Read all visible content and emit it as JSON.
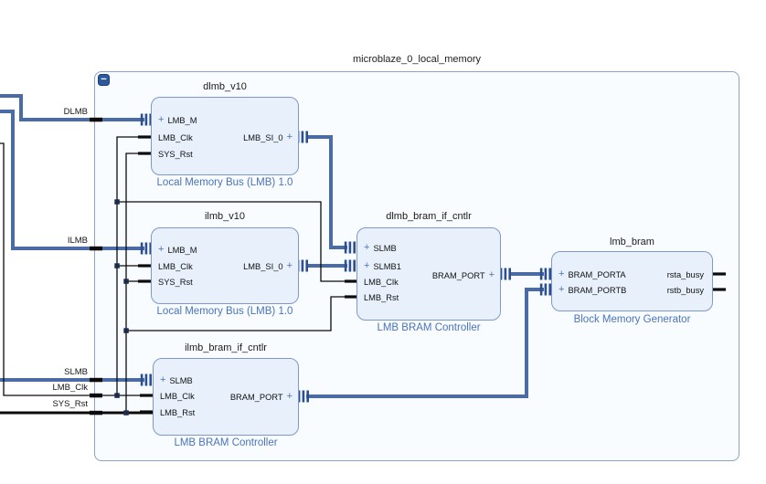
{
  "canvas": {
    "title": "microblaze_0_local_memory",
    "collapse_icon": "−"
  },
  "icons": {
    "expand": "+"
  },
  "external_ports": {
    "dlmb": "DLMB",
    "ilmb": "ILMB",
    "slmb": "SLMB",
    "lmb_clk": "LMB_Clk",
    "sys_rst": "SYS_Rst"
  },
  "blocks": [
    {
      "title": "dlmb_v10",
      "caption": "Local Memory Bus (LMB) 1.0",
      "left_ports": [
        {
          "name": "LMB_M",
          "interface": true
        },
        {
          "name": "LMB_Clk",
          "interface": false
        },
        {
          "name": "SYS_Rst",
          "interface": false
        }
      ],
      "right_ports": [
        {
          "name": "LMB_SI_0",
          "interface": true
        }
      ]
    },
    {
      "title": "ilmb_v10",
      "caption": "Local Memory Bus (LMB) 1.0",
      "left_ports": [
        {
          "name": "LMB_M",
          "interface": true
        },
        {
          "name": "LMB_Clk",
          "interface": false
        },
        {
          "name": "SYS_Rst",
          "interface": false
        }
      ],
      "right_ports": [
        {
          "name": "LMB_SI_0",
          "interface": true
        }
      ]
    },
    {
      "title": "dlmb_bram_if_cntlr",
      "caption": "LMB BRAM Controller",
      "left_ports": [
        {
          "name": "SLMB",
          "interface": true
        },
        {
          "name": "SLMB1",
          "interface": true
        },
        {
          "name": "LMB_Clk",
          "interface": false
        },
        {
          "name": "LMB_Rst",
          "interface": false
        }
      ],
      "right_ports": [
        {
          "name": "BRAM_PORT",
          "interface": true
        }
      ]
    },
    {
      "title": "lmb_bram",
      "caption": "Block Memory Generator",
      "left_ports": [
        {
          "name": "BRAM_PORTA",
          "interface": true
        },
        {
          "name": "BRAM_PORTB",
          "interface": true
        }
      ],
      "right_ports": [
        {
          "name": "rsta_busy",
          "interface": false
        },
        {
          "name": "rstb_busy",
          "interface": false
        }
      ]
    },
    {
      "title": "ilmb_bram_if_cntlr",
      "caption": "LMB BRAM Controller",
      "left_ports": [
        {
          "name": "SLMB",
          "interface": true
        },
        {
          "name": "LMB_Clk",
          "interface": false
        },
        {
          "name": "LMB_Rst",
          "interface": false
        }
      ],
      "right_ports": [
        {
          "name": "BRAM_PORT",
          "interface": true
        }
      ]
    }
  ],
  "colors": {
    "bus_wire": "#4a6ba6",
    "net_wire": "#0b0b0b",
    "interface_pin": "#2c4f92",
    "block_fill": "#e8f1fb",
    "block_border": "#7e99c9",
    "caption_text": "#4a73bd",
    "container_fill": "#f9fcfe",
    "container_border": "#8ba3c4",
    "collapse_button": "#2d5a9e",
    "junction_dot": "#1b2b4e"
  }
}
